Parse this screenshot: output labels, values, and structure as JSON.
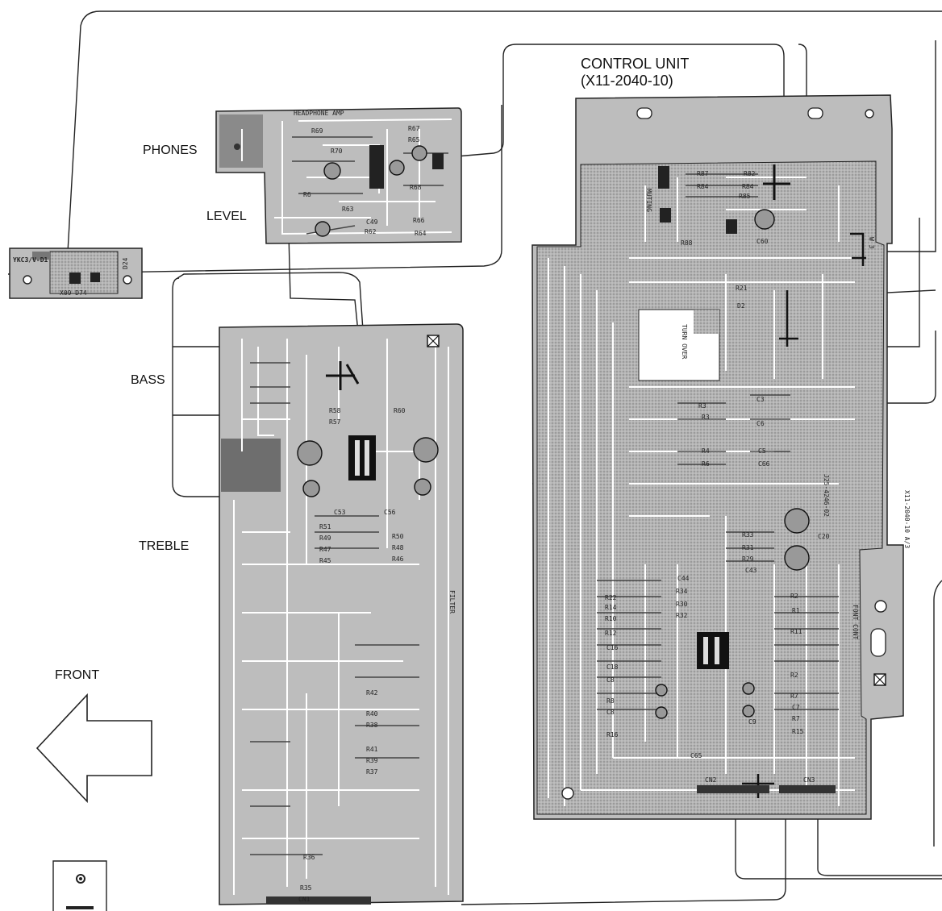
{
  "labels": {
    "control_unit": "CONTROL UNIT",
    "control_unit_part": "(X11-2040-10)",
    "phones": "PHONES",
    "level": "LEVEL",
    "bass": "BASS",
    "treble": "TREBLE",
    "front": "FRONT",
    "headphone_amp": "HEADPHONE AMP",
    "turn_over": "TURN OVER",
    "muting": "MUTING",
    "filter": "FILTER",
    "font_cont": "FONT CONT",
    "led_board_part": "X09-D74",
    "led_board_top": "YKC3/V-D1",
    "d24": "D24",
    "control_board_code": "X11-2040-10 A/3",
    "control_board_code2": "J25-4246-02",
    "cn2": "CN2",
    "cn3": "CN3",
    "cn1": "CN1",
    "w3": "W 3"
  },
  "colors": {
    "board_fill": "#bdbdbd",
    "trace": "#ffffff",
    "line": "#222222"
  }
}
